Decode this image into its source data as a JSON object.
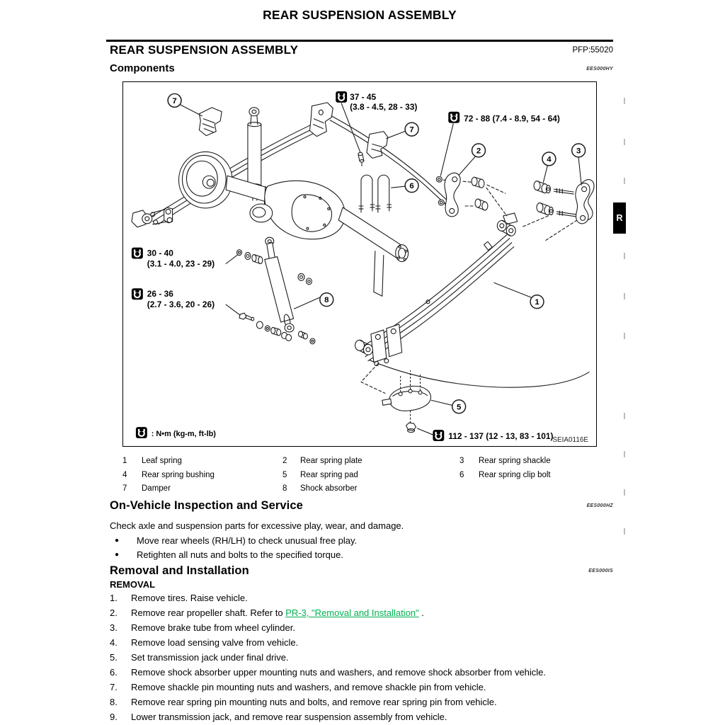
{
  "page_title": "REAR SUSPENSION ASSEMBLY",
  "section": {
    "title": "REAR SUSPENSION ASSEMBLY",
    "pfp": "PFP:55020"
  },
  "components": {
    "heading": "Components",
    "code": "EES000HY"
  },
  "diagram": {
    "figure_code": "SEIA0116E",
    "legend_note": ": N•m (kg-m, ft-lb)",
    "torques": {
      "upper_bracket": {
        "line1": "37 - 45",
        "line2": "(3.8 - 4.5, 28 - 33)"
      },
      "shackle_nuts": {
        "line1": "72 - 88 (7.4 - 8.9, 54 - 64)"
      },
      "shock_upper": {
        "line1": "30 - 40",
        "line2": "(3.1 - 4.0, 23 - 29)"
      },
      "shock_lower": {
        "line1": "26 - 36",
        "line2": "(2.7 - 3.6, 20 - 26)"
      },
      "spring_pad": {
        "line1": "112 - 137 (12 - 13, 83 - 101)"
      }
    },
    "callouts": {
      "c1": "1",
      "c2": "2",
      "c3": "3",
      "c4": "4",
      "c5": "5",
      "c6": "6",
      "c7": "7",
      "c7b": "7",
      "c8": "8"
    }
  },
  "parts": {
    "items": [
      {
        "num": "1",
        "label": "Leaf spring"
      },
      {
        "num": "2",
        "label": "Rear spring plate"
      },
      {
        "num": "3",
        "label": "Rear spring shackle"
      },
      {
        "num": "4",
        "label": "Rear spring bushing"
      },
      {
        "num": "5",
        "label": "Rear spring pad"
      },
      {
        "num": "6",
        "label": "Rear spring clip bolt"
      },
      {
        "num": "7",
        "label": "Damper"
      },
      {
        "num": "8",
        "label": "Shock absorber"
      }
    ]
  },
  "inspection": {
    "heading": "On-Vehicle Inspection and Service",
    "code": "EES000HZ",
    "intro": "Check axle and suspension parts for excessive play, wear, and damage.",
    "bullets": [
      "Move rear wheels (RH/LH) to check unusual free play.",
      "Retighten all nuts and bolts to the specified torque."
    ]
  },
  "removal": {
    "heading": "Removal and Installation",
    "code": "EES000IS",
    "subheading": "REMOVAL",
    "steps": [
      {
        "num": "1.",
        "text": "Remove tires. Raise vehicle."
      },
      {
        "num": "2.",
        "text": "Remove rear propeller shaft. Refer to ",
        "link": "PR-3, \"Removal and Installation\"",
        "suffix": " ."
      },
      {
        "num": "3.",
        "text": "Remove brake tube from wheel cylinder."
      },
      {
        "num": "4.",
        "text": "Remove load sensing valve from vehicle."
      },
      {
        "num": "5.",
        "text": "Set transmission jack under final drive."
      },
      {
        "num": "6.",
        "text": "Remove shock absorber upper mounting nuts and washers, and remove shock absorber from vehicle."
      },
      {
        "num": "7.",
        "text": "Remove shackle pin mounting nuts and washers, and remove shackle pin from vehicle."
      },
      {
        "num": "8.",
        "text": "Remove rear spring pin mounting nuts and bolts, and remove rear spring pin from vehicle."
      },
      {
        "num": "9.",
        "text": "Lower transmission jack, and remove rear suspension assembly from vehicle."
      }
    ]
  },
  "side_tab": {
    "label": "R"
  }
}
